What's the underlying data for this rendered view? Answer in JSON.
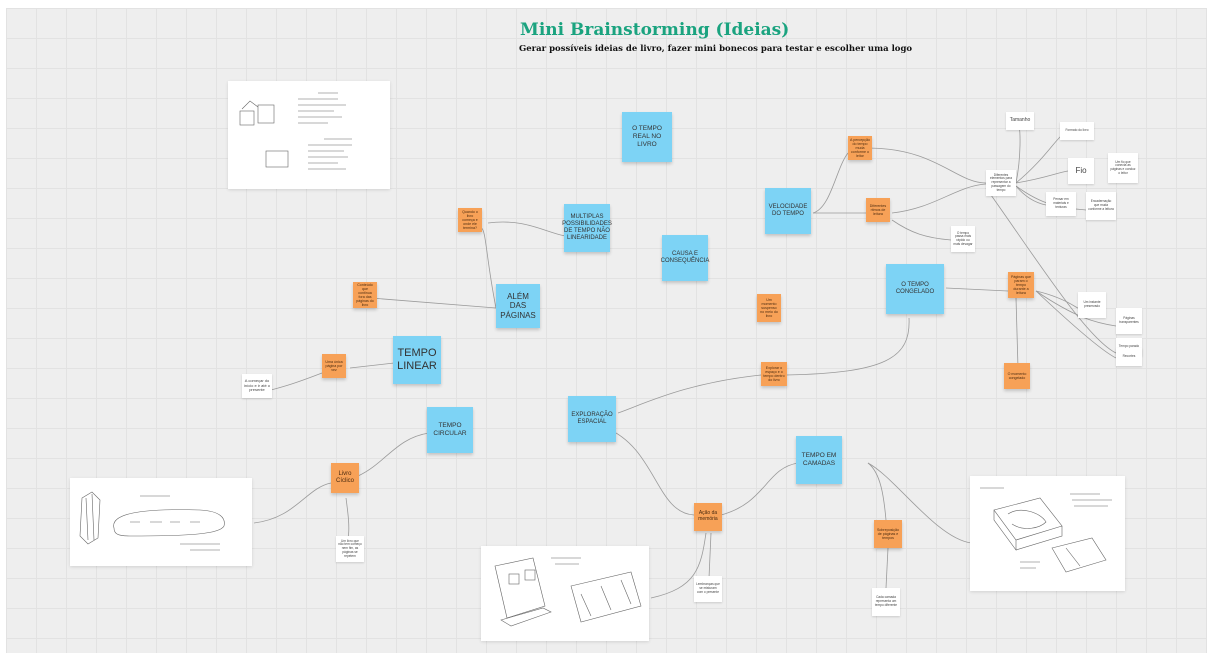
{
  "board": {
    "title": "Mini Brainstorming (Ideias)",
    "subtitle": "Gerar possíveis ideias de livro, fazer mini bonecos para testar e escolher uma logo"
  },
  "blue_notes": {
    "tempo_real": "O TEMPO REAL NO LIVRO",
    "multiplas": "MULTIPLAS POSSIBILIDADES DE TEMPO NÃO LINEARIDADE",
    "causa": "CAUSA E CONSEQUÊNCIA",
    "velocidade": "VELOCIDADE DO TEMPO",
    "alem": "ALÉM DAS PÁGINAS",
    "congelado": "O TEMPO CONGELADO",
    "linear": "TEMPO LINEAR",
    "circular": "TEMPO CIRCULAR",
    "exploracao": "EXPLORAÇÃO ESPACIAL",
    "camadas": "TEMPO EM CAMADAS"
  },
  "orange_notes": {
    "quando": "Quando o livro começa e onde ele termina?",
    "alem_side": "Conteúdo que continua fora das páginas do livro",
    "vel_top": "A percepção do tempo muda conforme o leitor",
    "vel_mid": "Diferentes ritmos de leitura",
    "center": "Um momento suspenso no meio do livro",
    "cong_right": "Páginas que param o tempo durante a leitura",
    "cong_bottom": "O momento congelado",
    "linear_note": "Uma única página por vez",
    "exploracao_note": "Explorar o espaço e o tempo dentro do livro",
    "livro_ciclico": "Livro Cíclico",
    "acao_memoria": "Ação da memória",
    "camadas_note": "Sobreposição de páginas e tempos"
  },
  "white_notes": {
    "tamanho": "Tamanho",
    "top_right": "Formato do livro",
    "fio": "Fio",
    "fio_desc": "Um fio que conecta as páginas e conduz o leitor",
    "hub": "Diferentes elementos para representar a passagem do tempo",
    "hub_left": "Pensar em materiais e texturas",
    "hub_right": "Encadernação que muda conforme a leitura",
    "vel_desc": "O tempo passa mais rápido ou mais devagar",
    "cong_1": "Um instante preservado",
    "cong_2": "Páginas transparentes",
    "cong_3": "Tempo parado",
    "cong_4": "Recortes",
    "linear_white": "A começar do início e ir até o presente",
    "ciclico_desc": "Um livro que não tem começo nem fim, as páginas se repetem",
    "memoria_desc": "Lembranças que se misturam com o presente",
    "camadas_desc": "Cada camada representa um tempo diferente"
  },
  "colors": {
    "board": "#eeeeee",
    "title": "#1aa37f",
    "blue_note": "#7dd3f5",
    "orange_note": "#f7a157",
    "connector": "#9a9a9a"
  }
}
